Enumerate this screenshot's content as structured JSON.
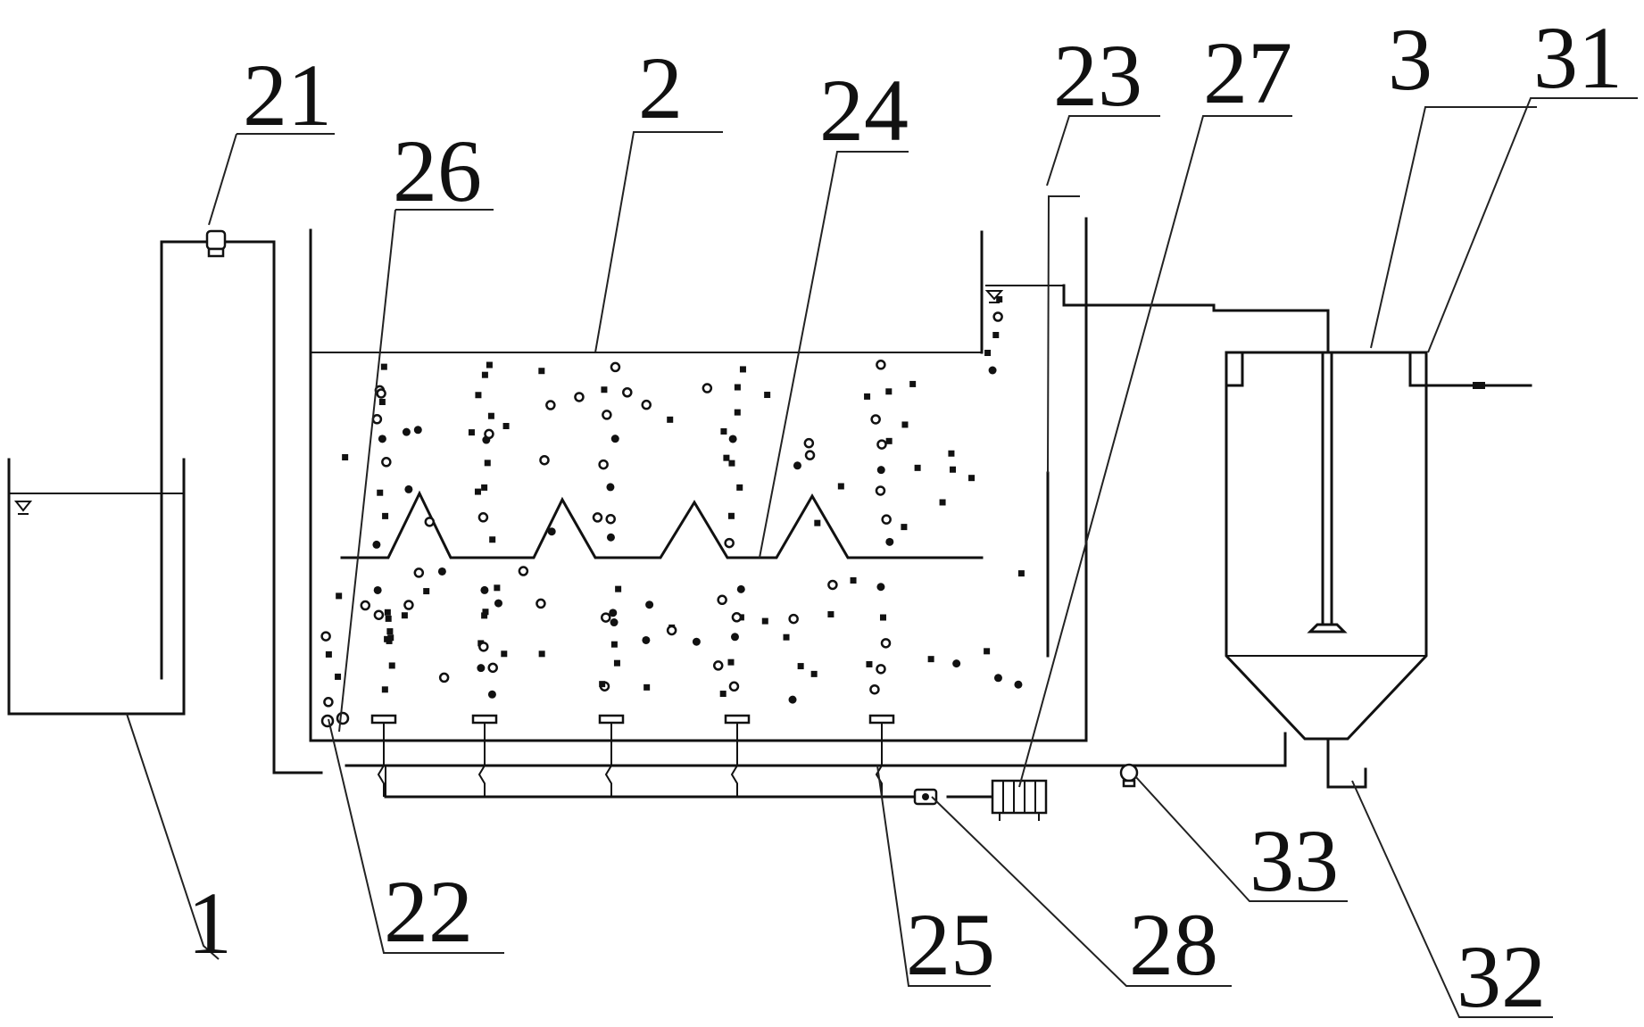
{
  "labels": [
    {
      "id": "1",
      "text": "1"
    },
    {
      "id": "2",
      "text": "2"
    },
    {
      "id": "3",
      "text": "3"
    },
    {
      "id": "21",
      "text": "21"
    },
    {
      "id": "22",
      "text": "22"
    },
    {
      "id": "23",
      "text": "23"
    },
    {
      "id": "24",
      "text": "24"
    },
    {
      "id": "25",
      "text": "25"
    },
    {
      "id": "26",
      "text": "26"
    },
    {
      "id": "27",
      "text": "27"
    },
    {
      "id": "28",
      "text": "28"
    },
    {
      "id": "31",
      "text": "31"
    },
    {
      "id": "32",
      "text": "32"
    },
    {
      "id": "33",
      "text": "33"
    }
  ],
  "colors": {
    "line": "#111111",
    "background": "#ffffff"
  }
}
